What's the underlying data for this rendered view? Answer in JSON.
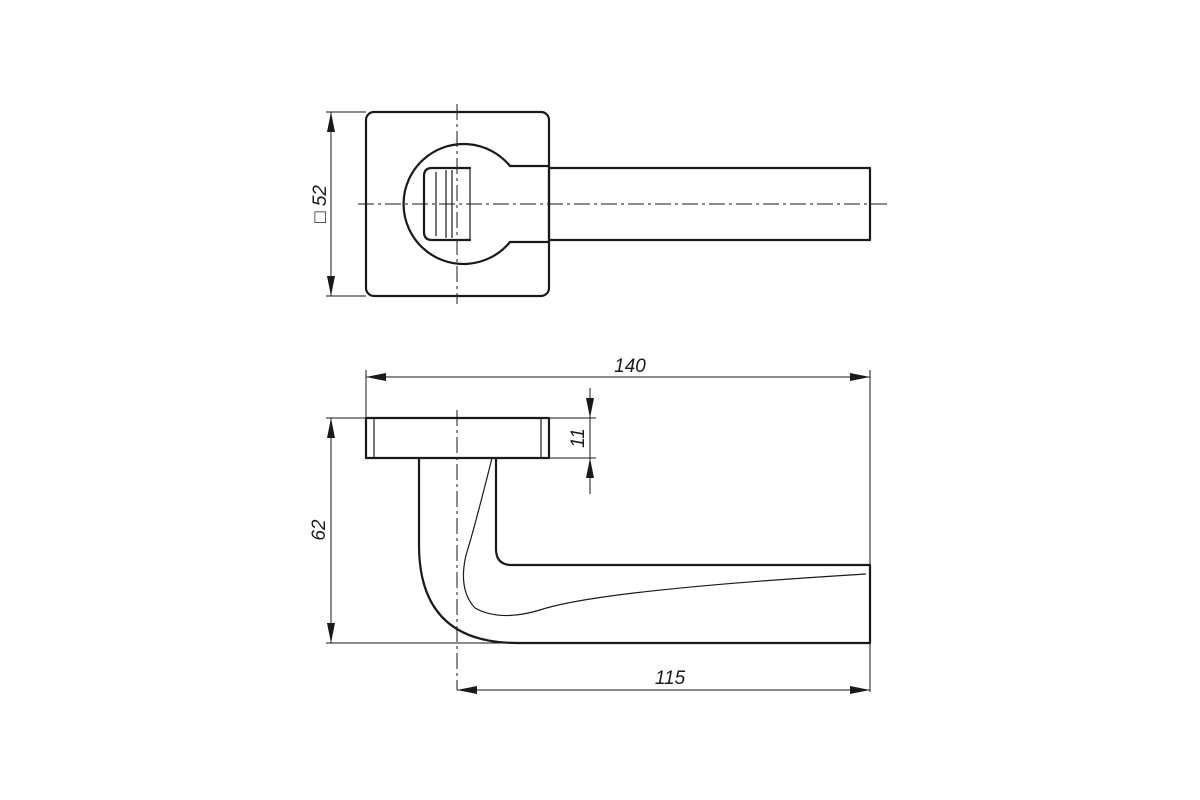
{
  "dimensions": {
    "overall_length": "140",
    "rose_thickness": "11",
    "height": "62",
    "projection": "115",
    "rose_size": "□ 52"
  }
}
